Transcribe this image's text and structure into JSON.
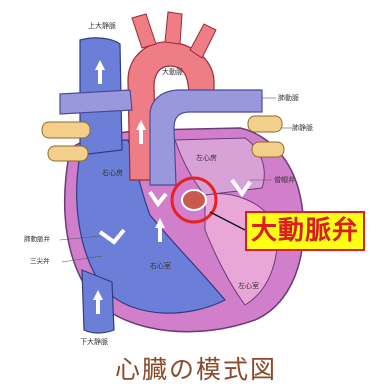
{
  "labels": {
    "superior_vena_cava": "上大静脈",
    "aorta": "大動脈",
    "pulmonary_artery": "肺動脈",
    "pulmonary_vein": "肺静脈",
    "right_atrium": "右心房",
    "left_atrium": "左心房",
    "mitral_valve": "僧帽弁",
    "pulmonary_valve": "肺動脈弁",
    "tricuspid_valve": "三尖弁",
    "right_ventricle": "右心室",
    "left_ventricle": "左心室",
    "inferior_vena_cava": "下大静脈"
  },
  "callout": {
    "text": "大動脈弁"
  },
  "caption": "心臓の模式図",
  "colors": {
    "vein_blue": "#6b7fd8",
    "aorta_red": "#ef7d86",
    "pulmonary_lavender": "#9a98dc",
    "vein_tan": "#f2cf8a",
    "muscle_magenta": "#d17fca",
    "callout_red": "#d81e1e",
    "callout_yellow": "#ffff14"
  }
}
